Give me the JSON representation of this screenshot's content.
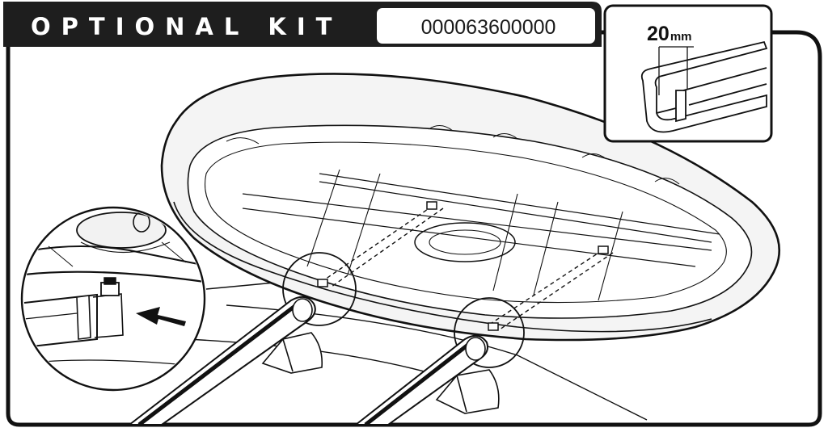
{
  "header": {
    "title": "OPTIONAL KIT",
    "part_number": "000063600000"
  },
  "inset_detail": {
    "dimension_value": "20",
    "dimension_unit": "mm"
  },
  "colors": {
    "ink": "#111111",
    "header_bg": "#1e1e1e",
    "paper": "#ffffff",
    "box_shade": "#f4f4f4"
  }
}
